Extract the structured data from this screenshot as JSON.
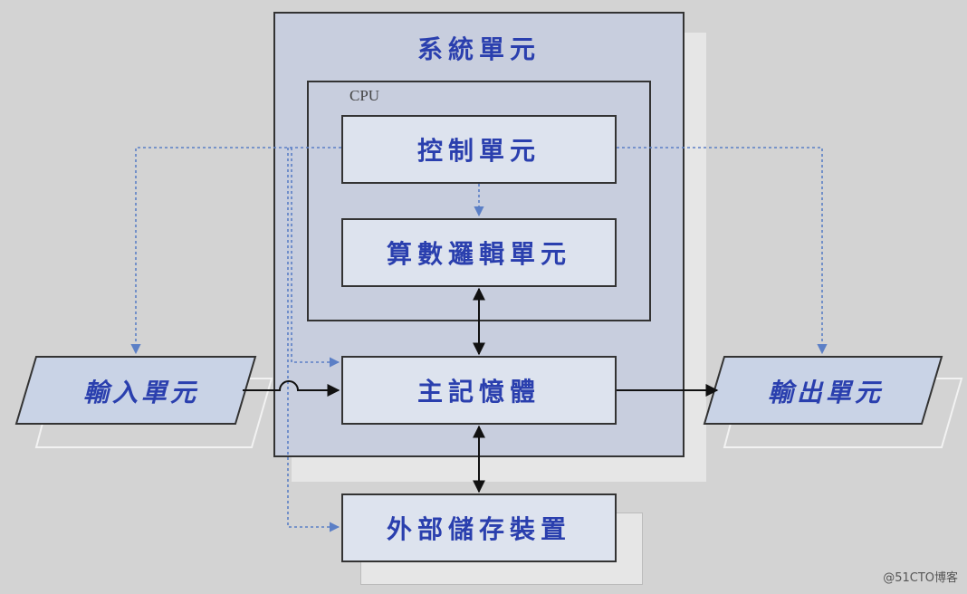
{
  "system": {
    "title": "系統單元"
  },
  "cpu": {
    "label": "CPU"
  },
  "units": {
    "control": "控制單元",
    "alu": "算數邏輯單元",
    "memory": "主記憶體",
    "storage": "外部儲存裝置",
    "input": "輸入單元",
    "output": "輸出單元"
  },
  "watermark": "@51CTO博客",
  "colors": {
    "box_fill": "#dde3ee",
    "system_fill": "#c8cede",
    "text_blue": "#2a3fae",
    "control_line": "#5b7fc6",
    "data_line": "#111111"
  }
}
